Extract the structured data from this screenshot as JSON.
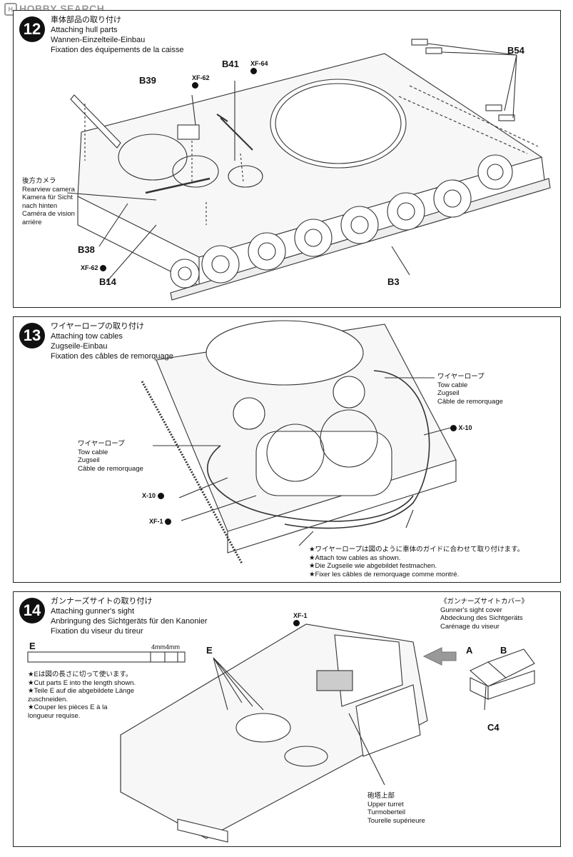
{
  "watermark": "HOBBY SEARCH",
  "steps": [
    {
      "number": "12",
      "title_jp": "車体部品の取り付け",
      "title_en": "Attaching hull parts",
      "title_de": "Wannen-Einzelteile-Einbau",
      "title_fr": "Fixation des équipements de la caisse",
      "labels": {
        "b54": "B54",
        "b41": "B41",
        "b39": "B39",
        "b38": "B38",
        "b14": "B14",
        "b3": "B3"
      },
      "paints": {
        "xf62_top": "XF-62",
        "xf64": "XF-64",
        "xf62_left": "XF-62"
      },
      "camera": [
        "後方カメラ",
        "Rearview camera",
        "Kamera für Sicht",
        "nach hinten",
        "Caméra de vision",
        "arrière"
      ]
    },
    {
      "number": "13",
      "title_jp": "ワイヤーロープの取り付け",
      "title_en": "Attaching tow cables",
      "title_de": "Zugseile-Einbau",
      "title_fr": "Fixation des câbles de remorquage",
      "cable_right": [
        "ワイヤーロープ",
        "Tow cable",
        "Zugseil",
        "Câble de remorquage"
      ],
      "cable_left": [
        "ワイヤーロープ",
        "Tow cable",
        "Zugseil",
        "Câble de remorquage"
      ],
      "paints": {
        "x10_right": "X-10",
        "x10_left": "X-10",
        "xf1": "XF-1"
      },
      "notes": [
        "★ワイヤーロープは図のように車体のガイドに合わせて取り付けます。",
        "★Attach tow cables as shown.",
        "★Die Zugseile wie abgebildet festmachen.",
        "★Fixer les câbles de remorquage comme montré."
      ]
    },
    {
      "number": "14",
      "title_jp": "ガンナーズサイトの取り付け",
      "title_en": "Attaching gunner's sight",
      "title_de": "Anbringung des Sichtgeräts für den Kanonier",
      "title_fr": "Fixation du viseur du tireur",
      "e_label": "E",
      "e_dims": [
        "4mm",
        "4mm"
      ],
      "e_notes": [
        "★Eは図の長さに切って使います。",
        "★Cut parts E into the length shown.",
        "★Teile E auf die abgebildete Länge",
        "zuschneiden.",
        "★Couper les pièces E à la",
        "longueur requise."
      ],
      "paint_xf1": "XF-1",
      "e_pointer": "E",
      "cover": [
        "《ガンナーズサイトカバー》",
        "Gunner's sight cover",
        "Abdeckung des Sichtgeräts",
        "Carénage du viseur"
      ],
      "labels": {
        "a": "A",
        "b": "B",
        "c4": "C4"
      },
      "turret": [
        "砲塔上部",
        "Upper turret",
        "Turmoberteil",
        "Tourelle supérieure"
      ]
    }
  ]
}
